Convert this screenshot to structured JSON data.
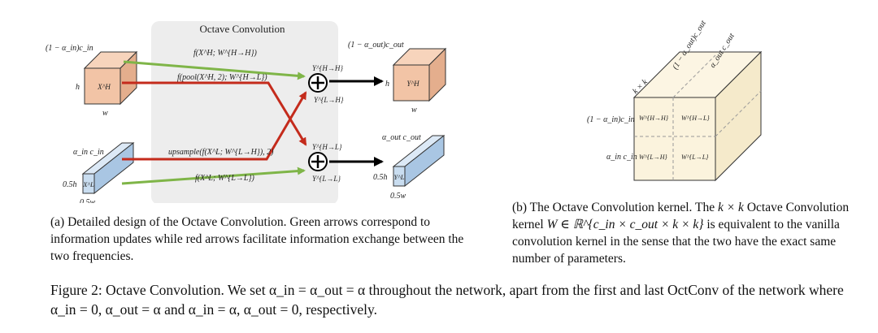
{
  "diagram_a": {
    "box_title": "Octave Convolution",
    "in_channels_high": "(1 − α_in)c_in",
    "in_channels_low": "α_in c_in",
    "out_channels_high": "(1 − α_out)c_out",
    "out_channels_low": "α_out c_out",
    "xh_label": "X^H",
    "xl_label": "X^L",
    "yh_label": "Y^H",
    "yl_label": "Y^L",
    "h_label": "h",
    "w_label": "w",
    "half_h_label": "0.5h",
    "half_w_label": "0.5w",
    "arrow_hh": "f(X^H; W^{H→H})",
    "arrow_hl": "f(pool(X^H, 2); W^{H→L})",
    "arrow_lh": "upsample(f(X^L; W^{L→H}), 2)",
    "arrow_ll": "f(X^L; W^{L→L})",
    "y_hh": "Y^{H→H}",
    "y_lh": "Y^{L→H}",
    "y_hl": "Y^{H→L}",
    "y_ll": "Y^{L→L}",
    "plus": "⊕"
  },
  "diagram_b": {
    "k_by_k": "k × k",
    "out_high": "(1 − α_out)c_out",
    "out_low": "α_out c_out",
    "in_high": "(1 − α_in)c_in",
    "in_low": "α_in c_in",
    "w_hh": "W^{H→H}",
    "w_hl": "W^{H→L}",
    "w_lh": "W^{L→H}",
    "w_ll": "W^{L→L}"
  },
  "captions": {
    "a": "(a) Detailed design of the Octave Convolution. Green arrows correspond to information updates while red arrows facilitate information exchange between the two frequencies.",
    "b_pre": "(b) The Octave Convolution kernel. The ",
    "b_kk": "k × k",
    "b_mid": " Octave Convolution kernel ",
    "b_W": "W ∈ ℝ^{c_in × c_out × k × k}",
    "b_post": " is equivalent to the vanilla convolution kernel in the sense that the two have the exact same number of parameters.",
    "figure": "Figure 2: Octave Convolution. We set α_in = α_out = α throughout the network, apart from the first and last OctConv of the network where α_in = 0, α_out = α and α_in = α, α_out = 0, respectively."
  },
  "colors": {
    "high_freq_face": "#F2C4A6",
    "low_freq_face": "#C9DDF0",
    "kernel_face": "#FBF3DD",
    "green_arrow": "#7FB548",
    "red_arrow": "#C42B1C",
    "gray_panel": "#EDEDED"
  }
}
